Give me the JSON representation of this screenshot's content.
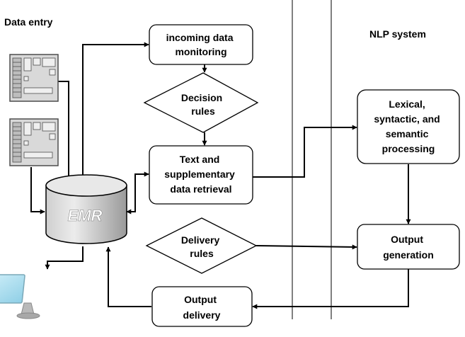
{
  "headings": {
    "data_entry": "Data entry",
    "nlp_system": "NLP system"
  },
  "nodes": {
    "monitoring": [
      "incoming data",
      "monitoring"
    ],
    "decision_rules": [
      "Decision",
      "rules"
    ],
    "retrieval": [
      "Text and",
      "supplementary",
      "data retrieval"
    ],
    "delivery_rules": [
      "Delivery",
      "rules"
    ],
    "output_delivery": [
      "Output",
      "delivery"
    ],
    "lexical": [
      "Lexical,",
      "syntactic, and",
      "semantic",
      "processing"
    ],
    "output_generation": [
      "Output",
      "generation"
    ],
    "emr": "EMR"
  },
  "icons": {
    "terminal_1": "server-icon",
    "terminal_2": "server-icon",
    "monitor": "monitor-icon",
    "database": "database-icon"
  },
  "colors": {
    "box_fill": "#ffffff",
    "stroke": "#000000",
    "emr_text": "#ffffff",
    "emr_body_light": "#e4e4e4",
    "emr_body_dark": "#9c9c9c",
    "monitor_screen": "#a9dff0"
  }
}
